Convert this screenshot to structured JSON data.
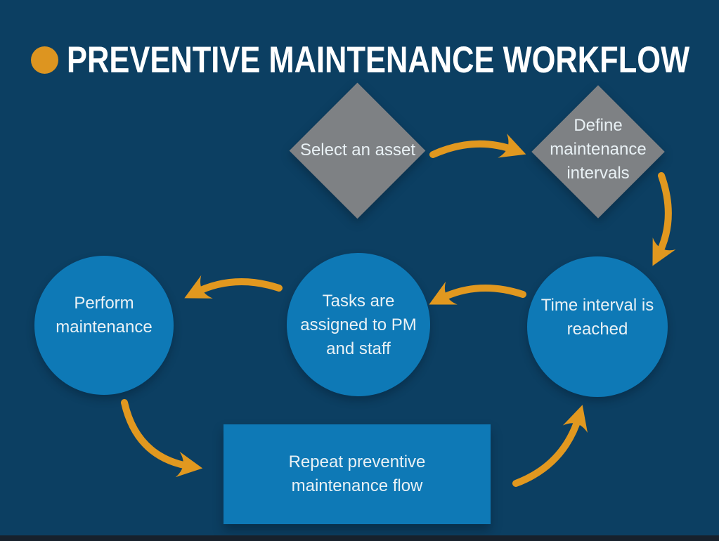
{
  "title": {
    "text": "PREVENTIVE MAINTENANCE WORKFLOW"
  },
  "colors": {
    "background": "#0c3f62",
    "footer_strip": "#17212c",
    "node_blue": "#0e79b6",
    "node_gray": "#7e8184",
    "arrow_orange": "#e1981f",
    "bullet_orange": "#dd9520",
    "title_text": "#ffffff",
    "node_text": "#e9f1f5"
  },
  "nodes": [
    {
      "id": "select-asset",
      "shape": "diamond",
      "label": "Select an asset"
    },
    {
      "id": "define-intervals",
      "shape": "diamond",
      "label": "Define maintenance intervals"
    },
    {
      "id": "time-interval",
      "shape": "circle",
      "label": "Time interval is reached"
    },
    {
      "id": "tasks-assigned",
      "shape": "circle",
      "label": "Tasks are assigned to PM and staff"
    },
    {
      "id": "perform-maintenance",
      "shape": "circle",
      "label": "Perform maintenance"
    },
    {
      "id": "repeat-flow",
      "shape": "rectangle",
      "label": "Repeat preventive maintenance flow"
    }
  ],
  "edges": [
    {
      "from": "select-asset",
      "to": "define-intervals"
    },
    {
      "from": "define-intervals",
      "to": "time-interval"
    },
    {
      "from": "time-interval",
      "to": "tasks-assigned"
    },
    {
      "from": "tasks-assigned",
      "to": "perform-maintenance"
    },
    {
      "from": "perform-maintenance",
      "to": "repeat-flow"
    },
    {
      "from": "repeat-flow",
      "to": "time-interval"
    }
  ]
}
